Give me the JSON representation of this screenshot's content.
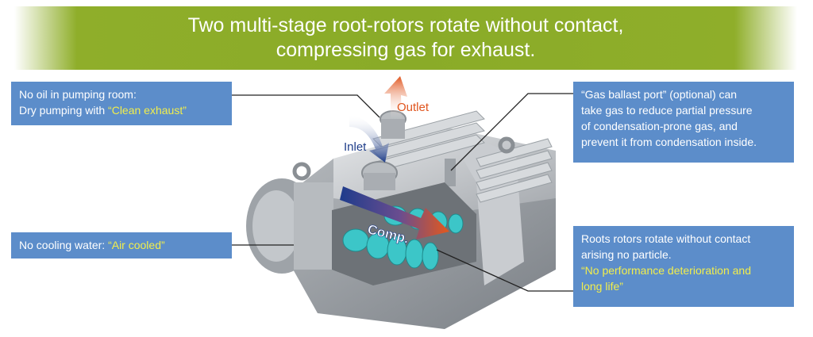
{
  "banner": {
    "line1": "Two multi-stage root-rotors rotate without contact,",
    "line2": "compressing gas for exhaust."
  },
  "callouts": {
    "no_oil": {
      "line1": "No oil in pumping room:",
      "line2_prefix": "Dry pumping with ",
      "line2_highlight": "“Clean exhaust”"
    },
    "no_water": {
      "prefix": "No cooling water: ",
      "highlight": "“Air cooled”"
    },
    "gas_ballast": {
      "line1": "“Gas ballast port” (optional) can",
      "line2": "take gas to reduce partial pressure",
      "line3": "of condensation-prone gas, and",
      "line4": "prevent it from condensation inside."
    },
    "roots": {
      "line1": "Roots rotors rotate without contact",
      "line2": "arising no particle.",
      "line3": "“No performance deterioration and",
      "line4": "long life”"
    }
  },
  "labels": {
    "outlet": "Outlet",
    "inlet": "Inlet",
    "comp": "Comp."
  },
  "colors": {
    "banner_green": "#8aab28",
    "callout_blue": "#5c8dca",
    "highlight_yellow": "#f2ee4b",
    "rotor_teal": "#3cc6c8",
    "outlet_orange": "#e0551e",
    "inlet_navy": "#1f3e8a"
  }
}
